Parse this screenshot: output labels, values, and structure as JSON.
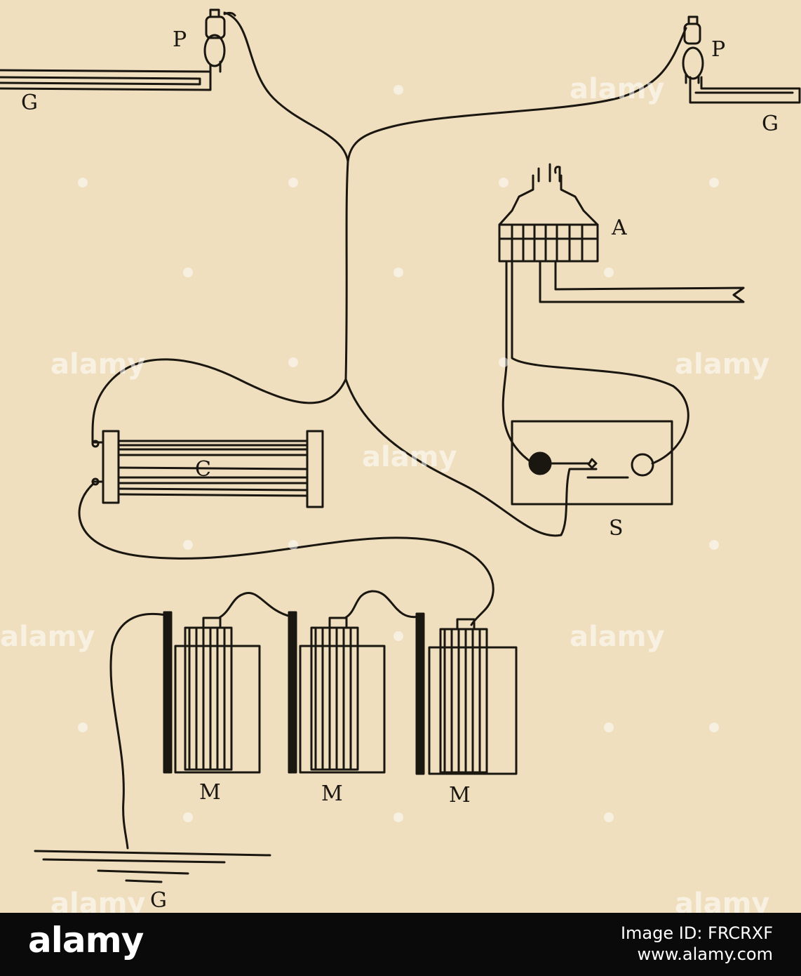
{
  "diagram": {
    "labels": {
      "p_left": "P",
      "p_right": "P",
      "g_left": "G",
      "g_right": "G",
      "g_bottom": "G",
      "a": "A",
      "c": "C",
      "s": "S",
      "m1": "M",
      "m2": "M",
      "m3": "M"
    },
    "ink_color": "#1a1610",
    "paper_color": "#efdfbf"
  },
  "watermark": {
    "text": "alamy"
  },
  "footer": {
    "logo": "alamy",
    "image_id": "Image ID: FRCRXF",
    "site": "www.alamy.com"
  }
}
